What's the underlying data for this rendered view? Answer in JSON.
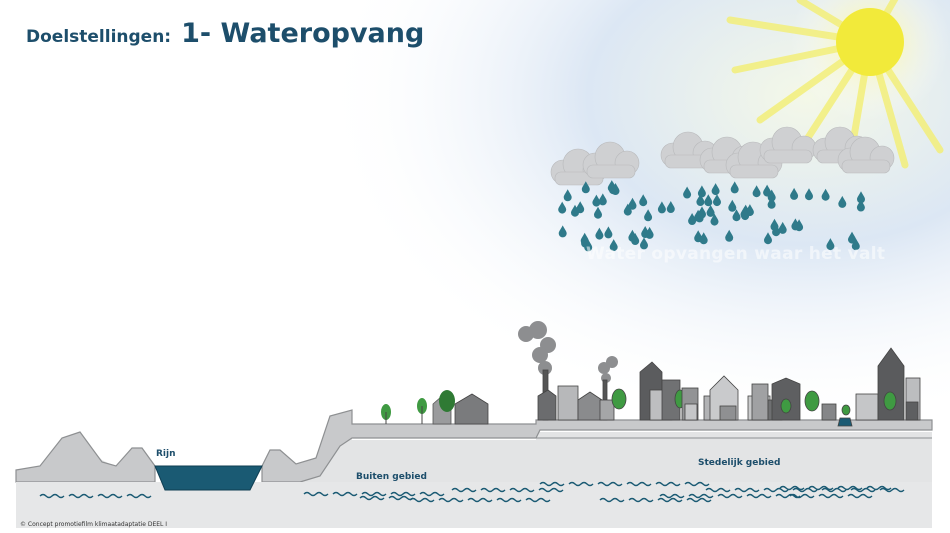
{
  "header": {
    "prefix": "Doelstellingen:",
    "title": "1- Wateropvang"
  },
  "labels": {
    "river": "Rijn",
    "outer_area": "Buiten gebied",
    "urban_area": "Stedelijk gebied"
  },
  "caption_faded": "Water opvangen waar het valt",
  "copyright": "© Concept promotiefilm klimaatadaptatie DEEL I",
  "colors": {
    "title": "#1d4e6b",
    "water": "#1a5a73",
    "ground": "#c8c9cb",
    "ground_edge": "#8e9092",
    "sky_glow": "#dce7f4",
    "sun": "#f2ea3a",
    "cloud": "#cfd0d2",
    "rain": "#2f7a8a",
    "tree": "#3f9a42"
  }
}
